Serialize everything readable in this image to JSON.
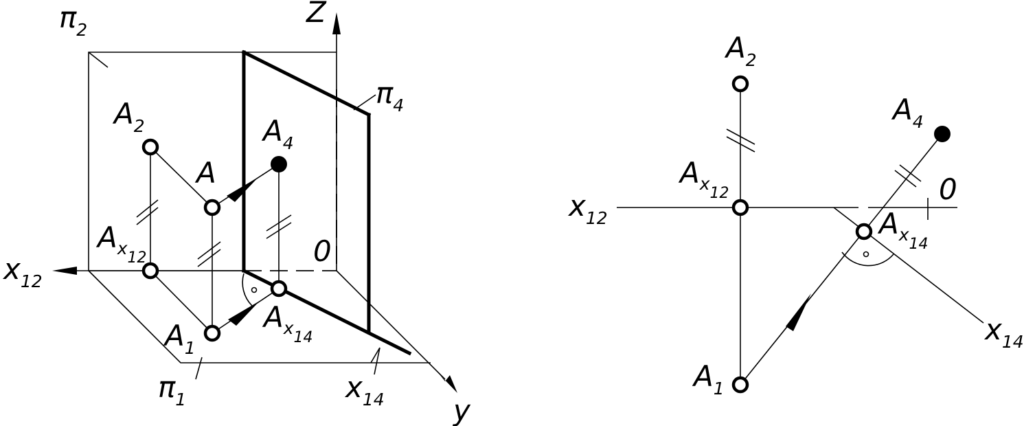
{
  "colors": {
    "ink": "#000000",
    "paper": "#ffffff"
  },
  "left": {
    "labels": {
      "z": "Z",
      "y": "y",
      "pi2_main": "π",
      "pi2_sub": "2",
      "pi4_main": "π",
      "pi4_sub": "4",
      "pi1_main": "π",
      "pi1_sub": "1",
      "a2_main": "A",
      "a2_sub": "2",
      "a_main": "A",
      "a4_main": "A",
      "a4_sub": "4",
      "ax12_main": "A",
      "ax12_sub": "x",
      "ax12_sub2": "12",
      "ax14_main": "A",
      "ax14_sub": "x",
      "ax14_sub2": "14",
      "a1_main": "A",
      "a1_sub": "1",
      "x12_main": "x",
      "x12_sub": "12",
      "x14_main": "x",
      "x14_sub": "14",
      "o": "0"
    }
  },
  "right": {
    "labels": {
      "a2_main": "A",
      "a2_sub": "2",
      "a4_main": "A",
      "a4_sub": "4",
      "ax12_main": "A",
      "ax12_sub": "x",
      "ax12_sub2": "12",
      "ax14_main": "A",
      "ax14_sub": "x",
      "ax14_sub2": "14",
      "a1_main": "A",
      "a1_sub": "1",
      "x12_main": "x",
      "x12_sub": "12",
      "x14_main": "x",
      "x14_sub": "14",
      "o": "0"
    }
  }
}
